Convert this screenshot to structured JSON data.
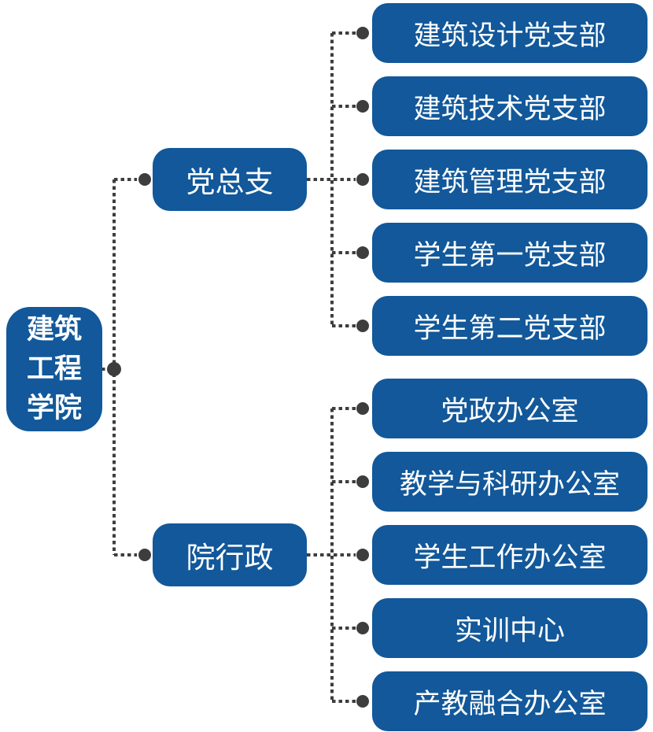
{
  "diagram": {
    "type": "org-chart",
    "root": {
      "label": "建筑工程学院",
      "lines": [
        "建筑",
        "工程",
        "学院"
      ]
    },
    "branches": [
      {
        "label": "党总支",
        "children": [
          "建筑设计党支部",
          "建筑技术党支部",
          "建筑管理党支部",
          "学生第一党支部",
          "学生第二党支部"
        ]
      },
      {
        "label": "院行政",
        "children": [
          "党政办公室",
          "教学与科研办公室",
          "学生工作办公室",
          "实训中心",
          "产教融合办公室"
        ]
      }
    ],
    "colors": {
      "node_fill": "#12589A",
      "node_text": "#FFFFFF",
      "connector": "#3D3D3D",
      "background": "#FFFFFF"
    },
    "connector_style": "dotted"
  }
}
